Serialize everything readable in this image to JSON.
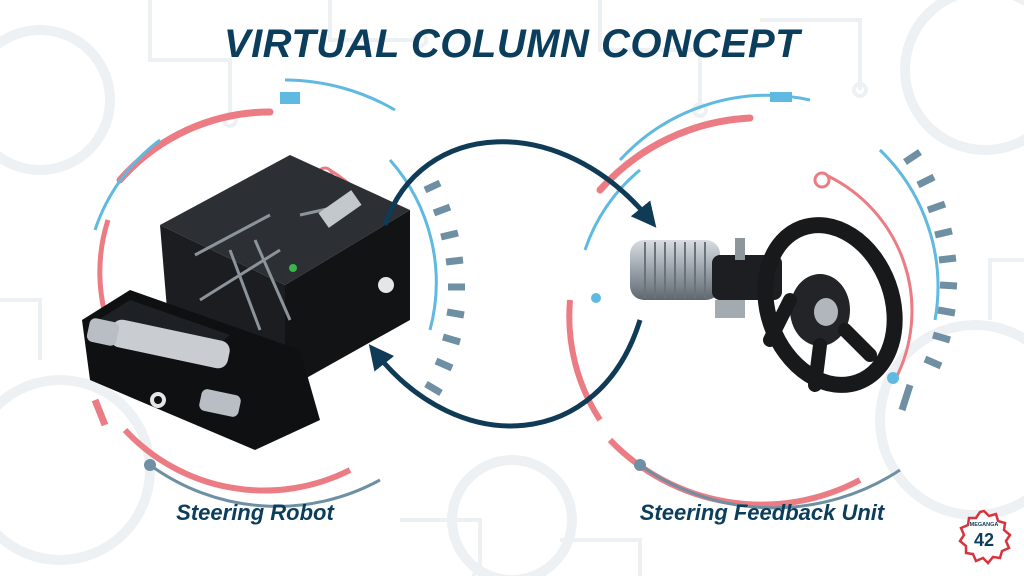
{
  "title": "VIRTUAL COLUMN CONCEPT",
  "left_unit": {
    "label": "Steering Robot"
  },
  "right_unit": {
    "label": "Steering Feedback Unit"
  },
  "badge": {
    "text": "42",
    "arc_text": "MEGANGA"
  },
  "colors": {
    "title": "#0b3d5c",
    "arrow": "#0f3b57",
    "ring_red": "#ec7c84",
    "ring_blue": "#5fb9e0",
    "ring_slate": "#6f8fa3",
    "background_lines": "#eef1f4"
  },
  "icons": [
    "steering-robot-illustration",
    "steering-wheel-illustration",
    "cycle-arrow-top",
    "cycle-arrow-bottom",
    "logo-badge"
  ]
}
